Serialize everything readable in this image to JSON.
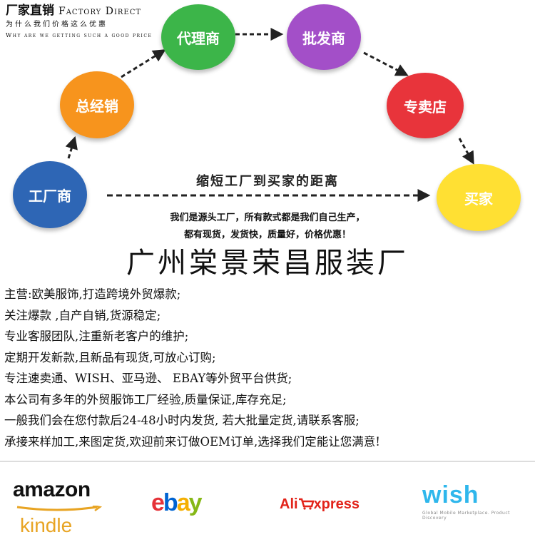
{
  "header": {
    "title_cn": "厂家直销",
    "title_en": "Factory Direct",
    "subtitle_cn": "为什么我们价格这么优惠",
    "subtitle_en": "Why are we getting such a good price"
  },
  "flow": {
    "nodes": {
      "factory": "工厂商",
      "distributor": "总经销",
      "agent": "代理商",
      "wholesaler": "批发商",
      "store": "专卖店",
      "buyer": "买家"
    },
    "tagline": "缩短工厂到买家的距离",
    "slogan_line1": "我们是源头工厂，所有款式都是我们自己生产，",
    "slogan_line2": "都有现货，发货快，质量好，价格优惠！"
  },
  "factory_name": "广州棠景荣昌服装厂",
  "features": [
    "主营:欧美服饰,打造跨境外贸爆款;",
    "关注爆款 ,自产自销,货源稳定;",
    "专业客服团队,注重新老客户的维护;",
    "定期开发新款,且新品有现货,可放心订购;",
    "专注速卖通、WISH、亚马逊、 EBAY等外贸平台供货;",
    "本公司有多年的外贸服饰工厂经验,质量保证,库存充足;",
    "一般我们会在您付款后24-48小时内发货, 若大批量定货,请联系客服;",
    "承接来样加工,来图定货,欢迎前来订做OEM订单,选择我们定能让您满意!"
  ],
  "logos": {
    "amazon_line1": "amazon",
    "amazon_line2": "kindle",
    "ebay": [
      "e",
      "b",
      "a",
      "y"
    ],
    "ali_prefix": "Ali",
    "ali_suffix": "xpress",
    "wish": "wish",
    "wish_tagline": "Global Mobile Marketplace. Product Discovery"
  },
  "colors": {
    "factory": "#2e66b5",
    "distributor": "#f7941d",
    "agent": "#3cb549",
    "wholesaler": "#a34fc8",
    "store": "#e8343b",
    "buyer": "#ffe033",
    "ebay": [
      "#e53238",
      "#0064d2",
      "#f5af02",
      "#86b817"
    ]
  }
}
